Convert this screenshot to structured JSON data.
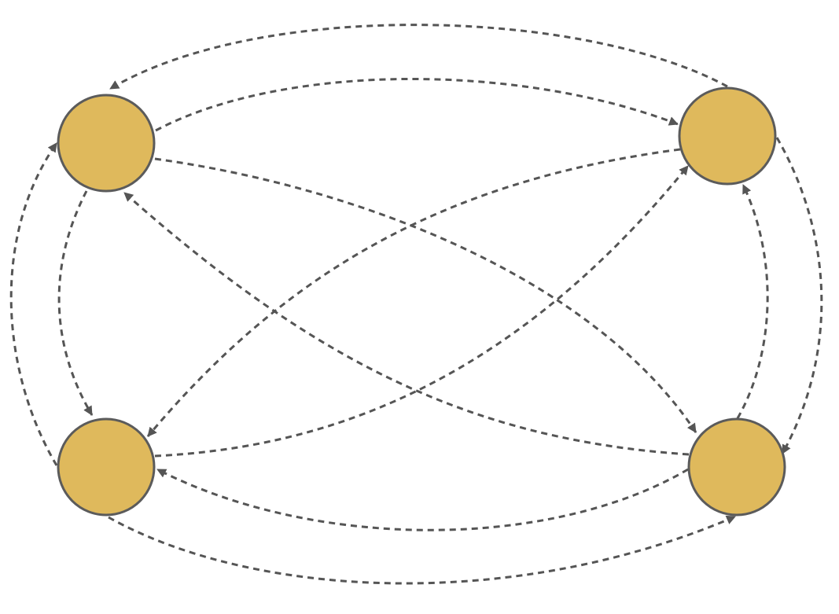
{
  "diagram": {
    "type": "directed-graph",
    "style": {
      "node_fill": "#DFB95C",
      "node_stroke": "#5B5B5B",
      "edge_color": "#555555",
      "edge_style": "dashed",
      "background": "#FFFFFF"
    },
    "nodes": [
      {
        "id": "top-left",
        "label": ""
      },
      {
        "id": "top-right",
        "label": ""
      },
      {
        "id": "bottom-left",
        "label": ""
      },
      {
        "id": "bottom-right",
        "label": ""
      }
    ],
    "edges": [
      {
        "id": "tr-to-tl-outer",
        "from": "top-right",
        "to": "top-left"
      },
      {
        "id": "tl-to-tr-inner",
        "from": "top-left",
        "to": "top-right"
      },
      {
        "id": "tl-to-br",
        "from": "top-left",
        "to": "bottom-right"
      },
      {
        "id": "tr-to-bl",
        "from": "top-right",
        "to": "bottom-left"
      },
      {
        "id": "tl-to-bl",
        "from": "top-left",
        "to": "bottom-left"
      },
      {
        "id": "bl-to-tl-outer",
        "from": "bottom-left",
        "to": "top-left"
      },
      {
        "id": "br-to-tl",
        "from": "bottom-right",
        "to": "top-left"
      },
      {
        "id": "bl-to-tr",
        "from": "bottom-left",
        "to": "top-right"
      },
      {
        "id": "br-to-tr",
        "from": "bottom-right",
        "to": "top-right"
      },
      {
        "id": "tr-to-br-outer",
        "from": "top-right",
        "to": "bottom-right"
      },
      {
        "id": "br-to-bl-inner",
        "from": "bottom-right",
        "to": "bottom-left"
      },
      {
        "id": "bl-to-br-outer",
        "from": "bottom-left",
        "to": "bottom-right"
      }
    ]
  }
}
